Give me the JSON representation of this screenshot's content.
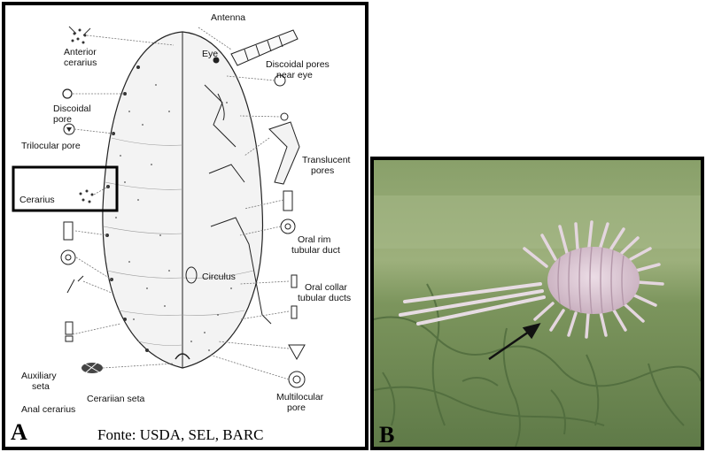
{
  "panel_a": {
    "letter": "A",
    "caption": "Fonte: USDA, SEL, BARC",
    "labels": {
      "antenna": "Antenna",
      "eye": "Eye",
      "anterior_cerarius_1": "Anterior",
      "anterior_cerarius_2": "cerarius",
      "discoidal_pores_eye_1": "Discoidal pores",
      "discoidal_pores_eye_2": "near eye",
      "discoidal_pore_1": "Discoidal",
      "discoidal_pore_2": "pore",
      "trilocular_pore": "Trilocular pore",
      "translucent_pores_1": "Translucent",
      "translucent_pores_2": "pores",
      "cerarius": "Cerarius",
      "oral_rim_1": "Oral rim",
      "oral_rim_2": "tubular duct",
      "circulus": "Circulus",
      "oral_collar_1": "Oral collar",
      "oral_collar_2": "tubular ducts",
      "auxiliary_seta_1": "Auxiliary",
      "auxiliary_seta_2": "seta",
      "cerarian_seta": "Cerariian seta",
      "anal_cerarius": "Anal cerarius",
      "multilocular_pore_1": "Multilocular",
      "multilocular_pore_2": "pore"
    }
  },
  "panel_b": {
    "letter": "B"
  },
  "colors": {
    "leaf_base": "#6f8a54",
    "leaf_vein": "#4e6a3c",
    "insect_body": "#d9c4cf",
    "insect_segment": "#b498aa"
  }
}
